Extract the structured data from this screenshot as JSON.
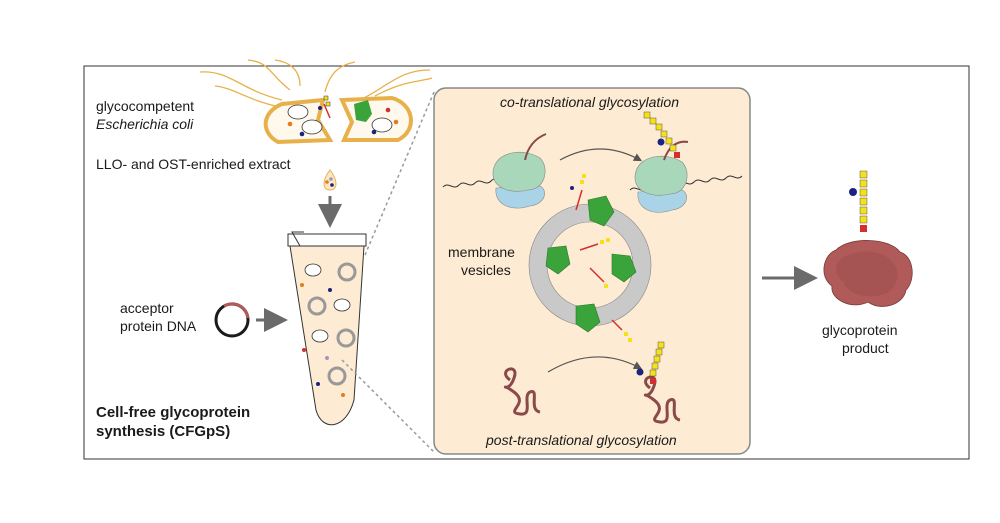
{
  "left": {
    "glyco_line1": "glycocompetent",
    "glyco_line2": "Escherichia coli",
    "extract": "LLO- and OST-enriched extract",
    "acceptor_line1": "acceptor",
    "acceptor_line2": "protein DNA",
    "title_line1": "Cell-free glycoprotein",
    "title_line2": "synthesis (CFGpS)"
  },
  "center": {
    "co_translational": "co-translational glycosylation",
    "membrane_line1": "membrane",
    "membrane_line2": "vesicles",
    "post_translational": "post-translational glycosylation"
  },
  "right": {
    "product_line1": "glycoprotein",
    "product_line2": "product"
  },
  "colors": {
    "panel_fill": "#fdebd3",
    "panel_border": "#888888",
    "cell_outline": "#e8b04a",
    "ost_green": "#3aa33a",
    "ribosome_green": "#a8d8b9",
    "ribosome_blue": "#a9d4e8",
    "vesicle_gray": "#c9c9c9",
    "protein_brown": "#8a4a4a",
    "product_red": "#b05a5a",
    "glycan_yellow": "#f5e020",
    "glycan_blue": "#1a237e",
    "glycan_red": "#d32f2f",
    "arrow_gray": "#6b6b6b"
  }
}
